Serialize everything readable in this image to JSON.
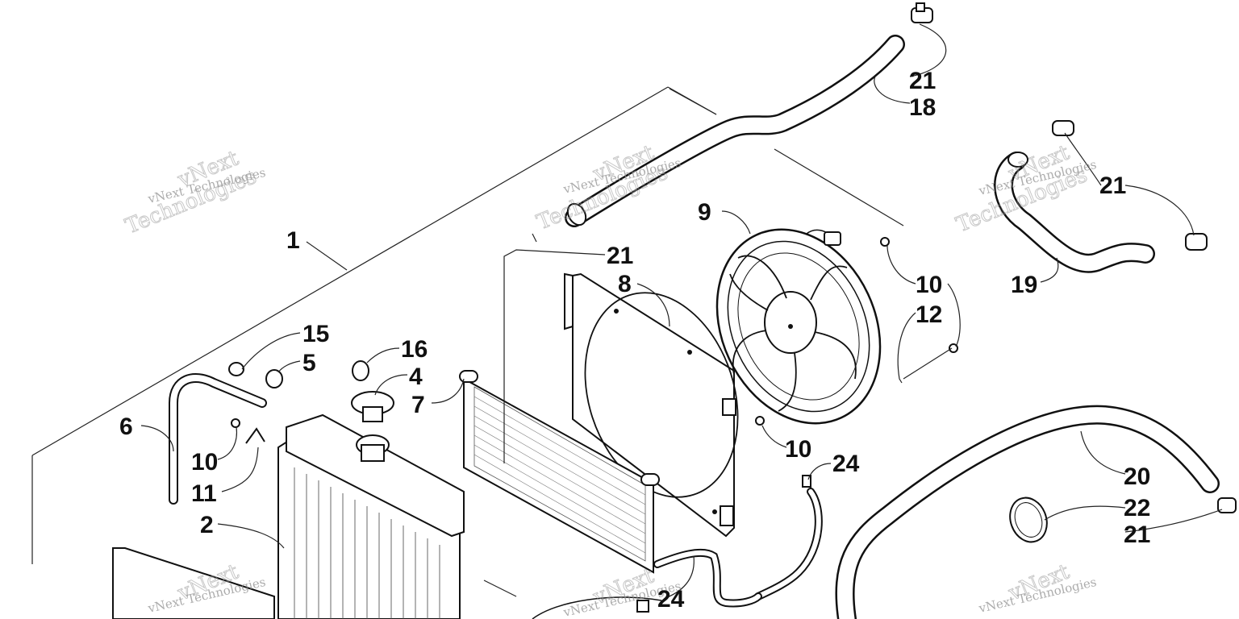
{
  "watermark": {
    "line1": "vNext Technologies",
    "outline_top": "vNext",
    "outline_bottom": "Technologies"
  },
  "callouts": [
    {
      "id": "1",
      "label": "1"
    },
    {
      "id": "21a",
      "label": "21"
    },
    {
      "id": "18",
      "label": "18"
    },
    {
      "id": "9",
      "label": "9"
    },
    {
      "id": "21b",
      "label": "21"
    },
    {
      "id": "8",
      "label": "8"
    },
    {
      "id": "21c",
      "label": "21"
    },
    {
      "id": "19",
      "label": "19"
    },
    {
      "id": "10a",
      "label": "10"
    },
    {
      "id": "12",
      "label": "12"
    },
    {
      "id": "15",
      "label": "15"
    },
    {
      "id": "16",
      "label": "16"
    },
    {
      "id": "5",
      "label": "5"
    },
    {
      "id": "4",
      "label": "4"
    },
    {
      "id": "7",
      "label": "7"
    },
    {
      "id": "6",
      "label": "6"
    },
    {
      "id": "10b",
      "label": "10"
    },
    {
      "id": "11",
      "label": "11"
    },
    {
      "id": "10c",
      "label": "10"
    },
    {
      "id": "24a",
      "label": "24"
    },
    {
      "id": "2",
      "label": "2"
    },
    {
      "id": "20",
      "label": "20"
    },
    {
      "id": "22",
      "label": "22"
    },
    {
      "id": "21d",
      "label": "21"
    },
    {
      "id": "24b",
      "label": "24"
    }
  ]
}
